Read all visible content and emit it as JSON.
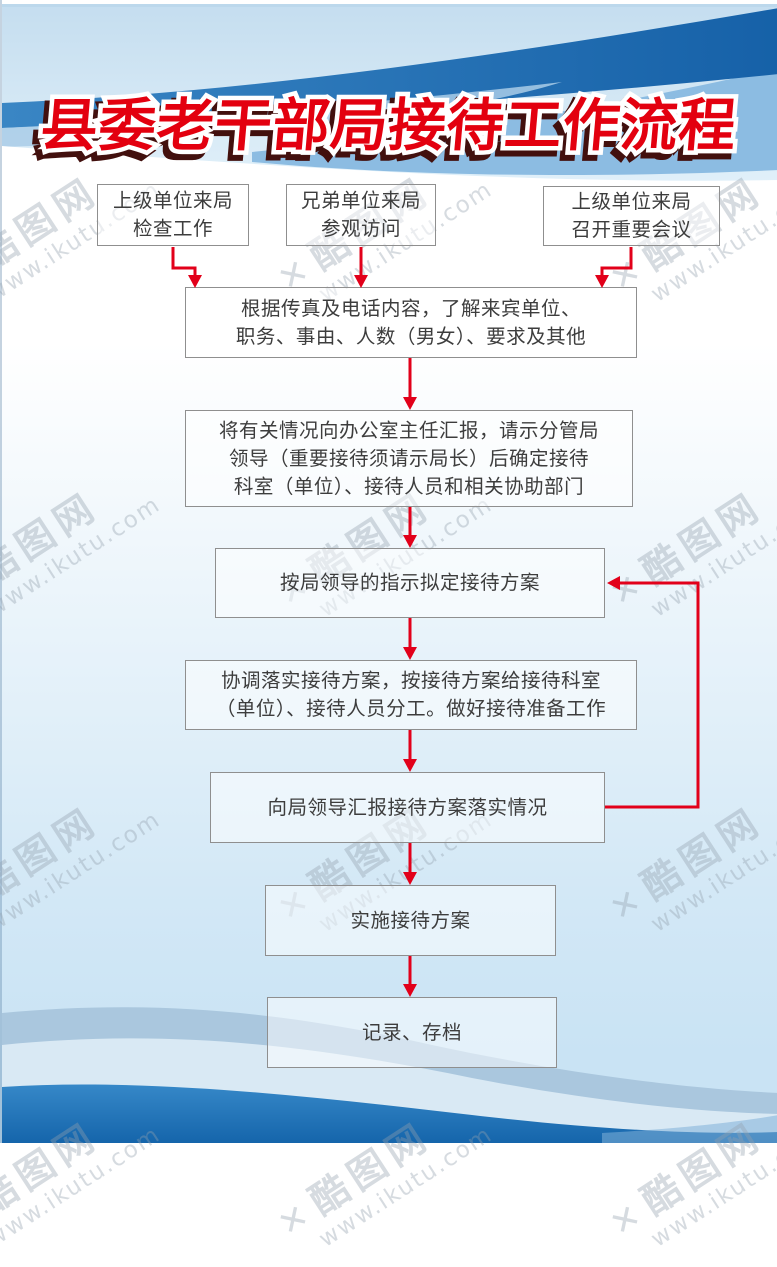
{
  "title": {
    "text": "县委老干部局接待工作流程"
  },
  "watermark": {
    "logo": "✕",
    "brand": "酷图网",
    "url": "www.ikutu.com"
  },
  "flowchart": {
    "sources": [
      {
        "id": "source-1",
        "text": "上级单位来局\n检查工作"
      },
      {
        "id": "source-2",
        "text": "兄弟单位来局\n参观访问"
      },
      {
        "id": "source-3",
        "text": "上级单位来局\n召开重要会议"
      }
    ],
    "steps": [
      {
        "id": "step-1",
        "text": "根据传真及电话内容，了解来宾单位、\n职务、事由、人数（男女）、要求及其他"
      },
      {
        "id": "step-2",
        "text": "将有关情况向办公室主任汇报，请示分管局\n领导（重要接待须请示局长）后确定接待\n科室（单位）、接待人员和相关协助部门"
      },
      {
        "id": "step-3",
        "text": "按局领导的指示拟定接待方案"
      },
      {
        "id": "step-4",
        "text": "协调落实接待方案，按接待方案给接待科室\n（单位）、接待人员分工。做好接待准备工作"
      },
      {
        "id": "step-5",
        "text": "向局领导汇报接待方案落实情况"
      },
      {
        "id": "step-6",
        "text": "实施接待方案"
      },
      {
        "id": "step-7",
        "text": "记录、存档"
      }
    ]
  },
  "colors": {
    "title_red": "#e3000f",
    "title_outline": "#ffffff",
    "title_shadow": "#42100e",
    "arrow_red": "#e2001a",
    "box_border": "#8f8f8f",
    "box_text": "#3d3d3d",
    "banner_dark_blue": "#1661a8",
    "banner_medium_blue": "#8cbce2",
    "banner_light_blue": "#c4ddef",
    "wave_blue": "#1e72b8",
    "wave_pale": "#d9e9f4",
    "background_bottom": "#c9e3f4",
    "watermark_gray": "#94a0ad"
  }
}
